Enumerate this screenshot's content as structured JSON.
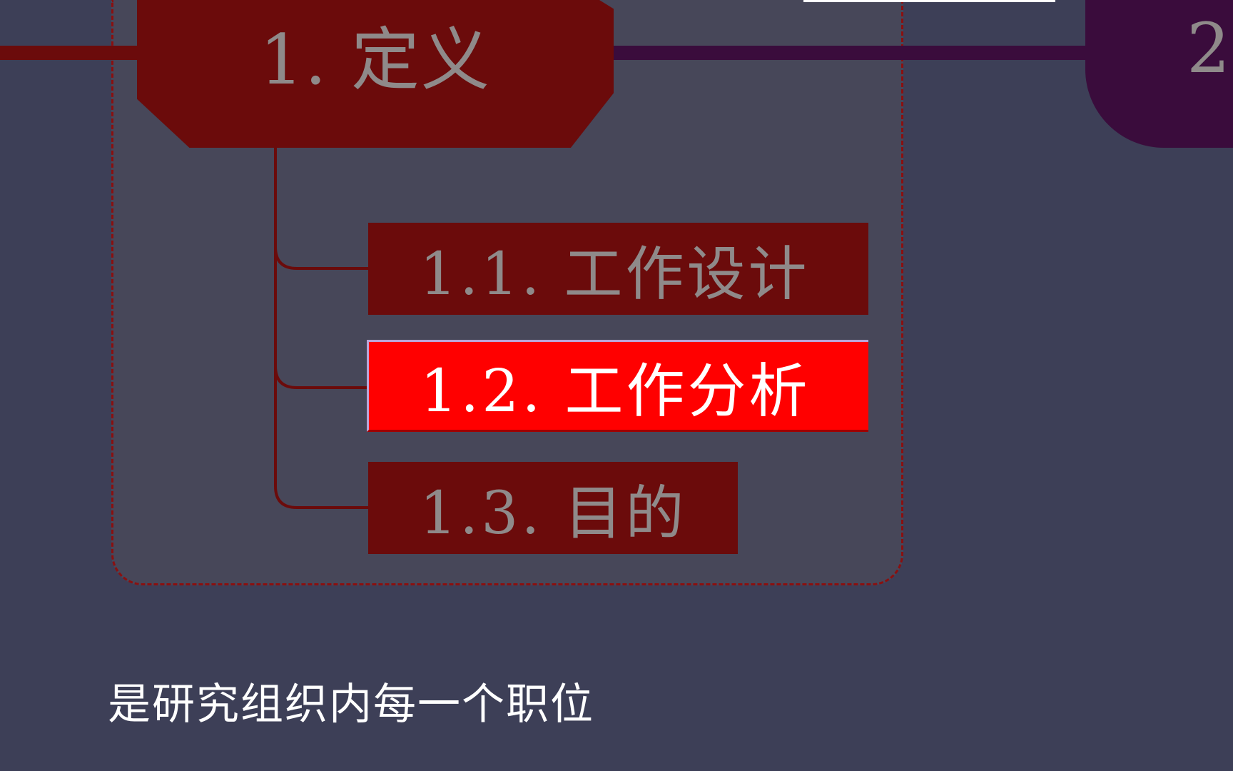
{
  "mindmap": {
    "main_topic": {
      "label": "1. 定义",
      "color": "#6b0b0b"
    },
    "next_topic": {
      "label": "2",
      "color": "#3a0c3c"
    },
    "subtopics": [
      {
        "label": "1.1. 工作设计",
        "selected": false
      },
      {
        "label": "1.2. 工作分析",
        "selected": true,
        "color": "#ff0000"
      },
      {
        "label": "1.3. 目的",
        "selected": false
      }
    ]
  },
  "caption": {
    "text": "是研究组织内每一个职位"
  },
  "colors": {
    "background": "#3d3f57",
    "node": "#6b0b0b",
    "node_text": "#8f8a8a",
    "selected": "#ff0000"
  }
}
